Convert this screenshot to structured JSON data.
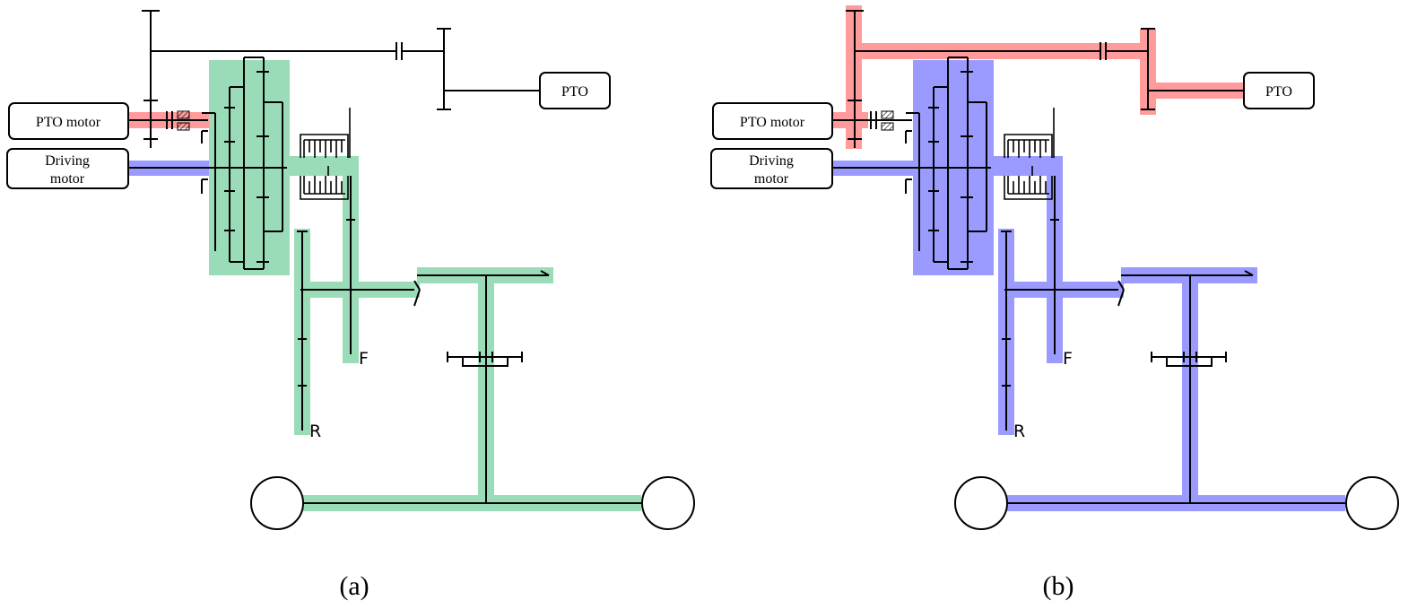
{
  "colors": {
    "mode_a_drive_path": "#9bdcb8",
    "driving_motor_path": "#9b9bff",
    "pto_path": "#ff9b9b",
    "line": "#000000"
  },
  "panels": [
    {
      "caption": "(a)",
      "pto_motor_label": "PTO motor",
      "driving_motor_label_1": "Driving",
      "driving_motor_label_2": "motor",
      "pto_label": "PTO",
      "forward_label": "F",
      "reverse_label": "R"
    },
    {
      "caption": "(b)",
      "pto_motor_label": "PTO motor",
      "driving_motor_label_1": "Driving",
      "driving_motor_label_2": "motor",
      "pto_label": "PTO",
      "forward_label": "F",
      "reverse_label": "R"
    }
  ]
}
